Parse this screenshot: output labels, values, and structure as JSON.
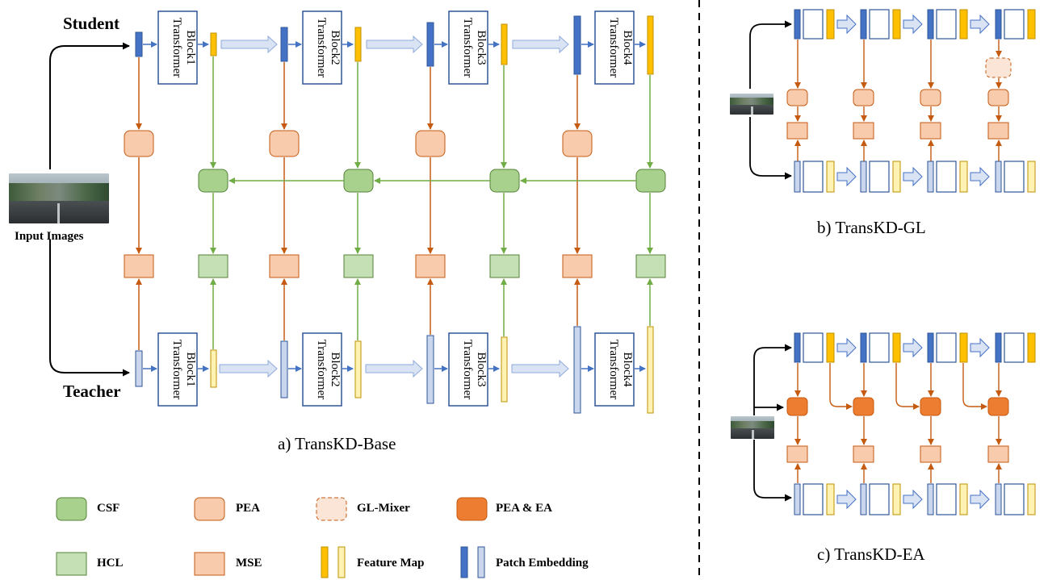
{
  "labels": {
    "student": "Student",
    "teacher": "Teacher",
    "input_images": "Input Images",
    "block_prefix": "Transformer",
    "blocks_student": [
      "Block1",
      "Block2",
      "Block3",
      "Block4"
    ],
    "blocks_teacher": [
      "Block1",
      "Block2",
      "Block3",
      "Block4"
    ]
  },
  "captions": {
    "a": "a) TransKD-Base",
    "b": "b) TransKD-GL",
    "c": "c) TransKD-EA"
  },
  "legend": {
    "csf": "CSF",
    "pea": "PEA",
    "gl_mixer": "GL-Mixer",
    "pea_ea": "PEA & EA",
    "hcl": "HCL",
    "mse": "MSE",
    "feature_map": "Feature Map",
    "patch_embedding": "Patch Embedding"
  },
  "colors": {
    "blue_dark": "#4472c4",
    "blue_light": "#c9d6ee",
    "blue_stroke": "#2f5597",
    "yellow": "#ffc000",
    "yellow_light": "#fff2b3",
    "yellow_stroke": "#bf9000",
    "orange_arrow": "#c55a11",
    "orange_fill": "#f8cbad",
    "orange_dark": "#ed7d31",
    "green_arrow": "#70ad47",
    "green_fill": "#a9d18e",
    "green_light": "#c5e0b4",
    "green_stroke": "#548235",
    "gray_arrow_fill": "#dae3f3"
  }
}
